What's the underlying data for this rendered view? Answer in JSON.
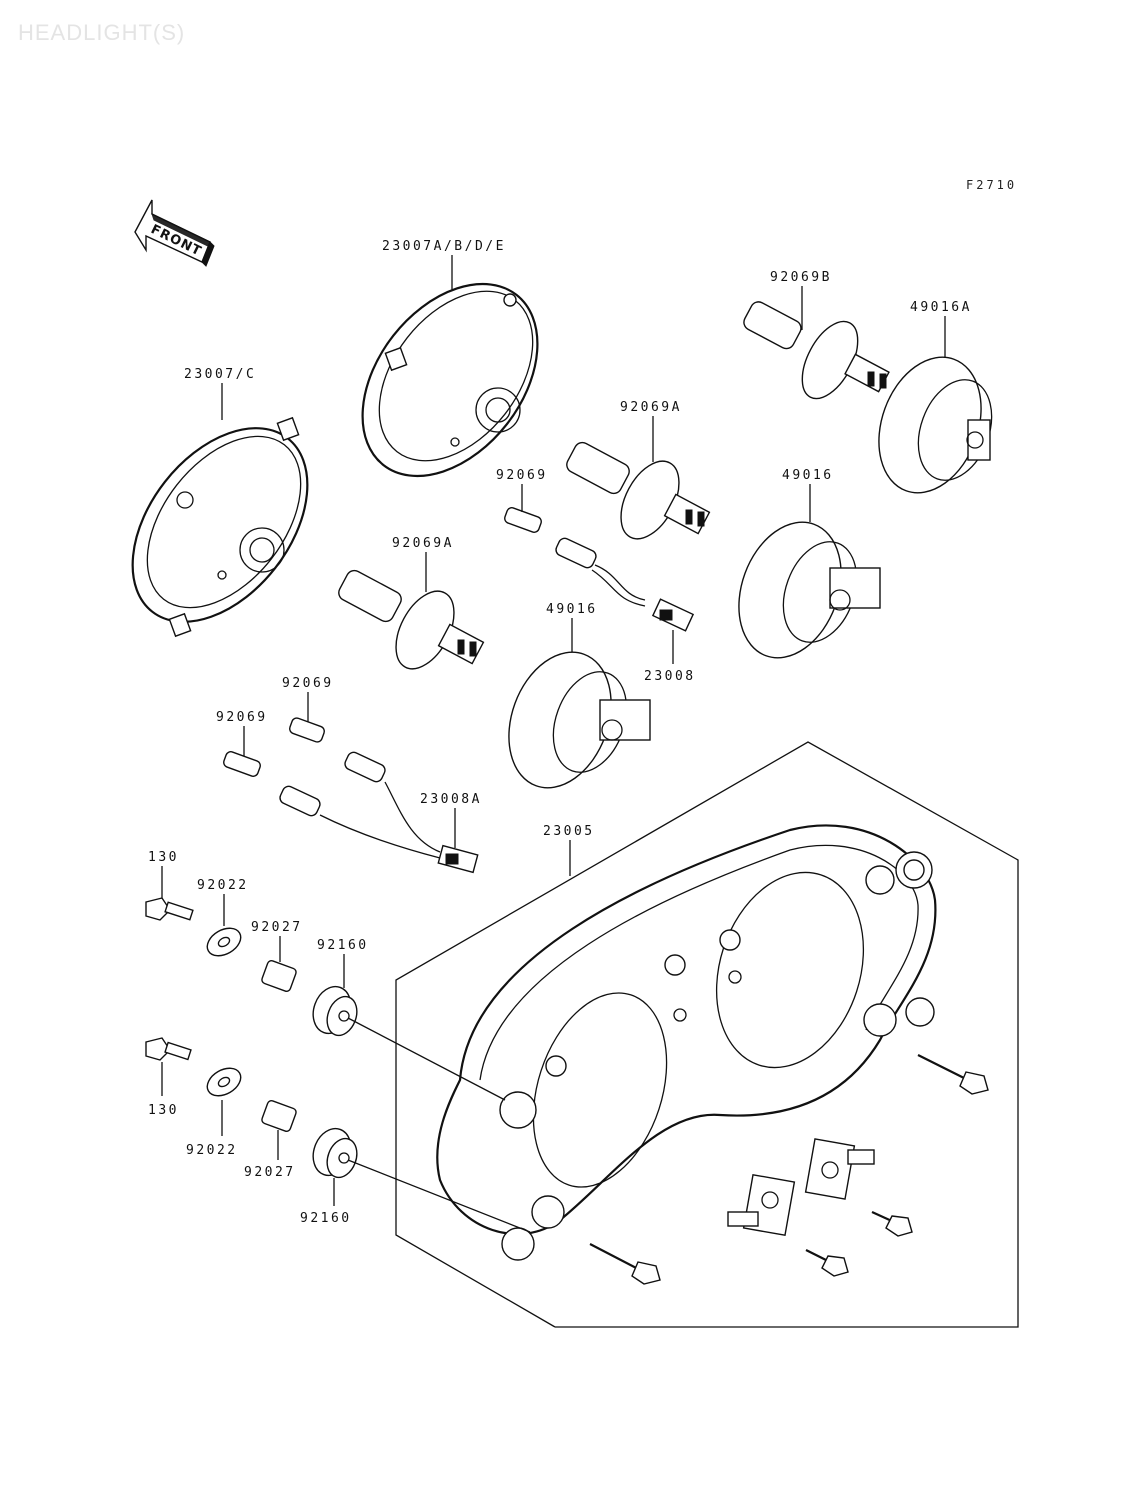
{
  "page": {
    "title": "HEADLIGHT(S)",
    "figure_code": "F2710",
    "front_arrow_label": "FRONT"
  },
  "parts": [
    {
      "id": "p1",
      "label": "23007A/B/D/E"
    },
    {
      "id": "p2",
      "label": "23007/C"
    },
    {
      "id": "p3",
      "label": "92069B"
    },
    {
      "id": "p4",
      "label": "49016A"
    },
    {
      "id": "p5",
      "label": "92069A"
    },
    {
      "id": "p6",
      "label": "92069"
    },
    {
      "id": "p7",
      "label": "49016"
    },
    {
      "id": "p8",
      "label": "92069A"
    },
    {
      "id": "p9",
      "label": "49016"
    },
    {
      "id": "p10",
      "label": "23008"
    },
    {
      "id": "p11",
      "label": "92069"
    },
    {
      "id": "p12",
      "label": "92069"
    },
    {
      "id": "p13",
      "label": "23008A"
    },
    {
      "id": "p14",
      "label": "23005"
    },
    {
      "id": "p15",
      "label": "130"
    },
    {
      "id": "p16",
      "label": "92022"
    },
    {
      "id": "p17",
      "label": "92027"
    },
    {
      "id": "p18",
      "label": "92160"
    },
    {
      "id": "p19",
      "label": "130"
    },
    {
      "id": "p20",
      "label": "92022"
    },
    {
      "id": "p21",
      "label": "92027"
    },
    {
      "id": "p22",
      "label": "92160"
    }
  ]
}
